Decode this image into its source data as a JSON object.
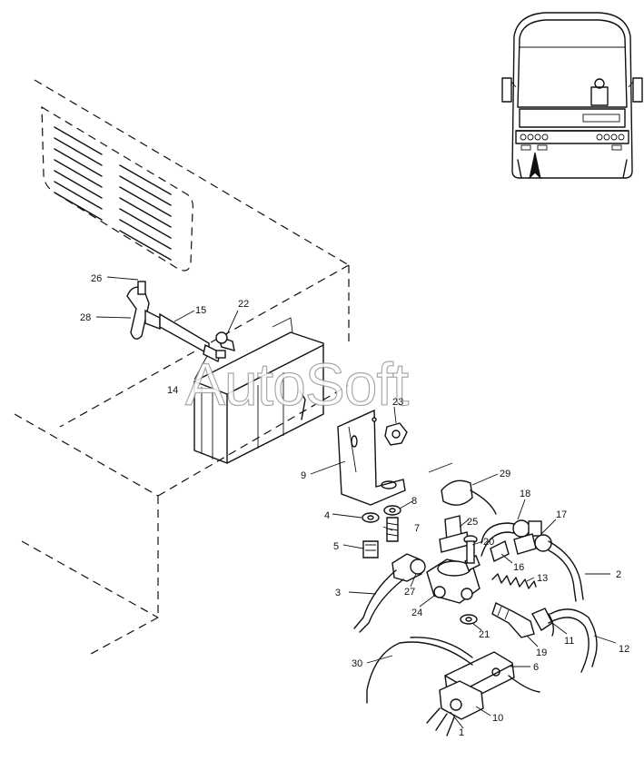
{
  "watermark": "AutoSoft",
  "callouts": [
    {
      "id": "c1",
      "text": "1"
    },
    {
      "id": "c2",
      "text": "2"
    },
    {
      "id": "c3",
      "text": "3"
    },
    {
      "id": "c4",
      "text": "4"
    },
    {
      "id": "c5",
      "text": "5"
    },
    {
      "id": "c6",
      "text": "6"
    },
    {
      "id": "c7",
      "text": "7"
    },
    {
      "id": "c8",
      "text": "8"
    },
    {
      "id": "c9",
      "text": "9"
    },
    {
      "id": "c10",
      "text": "10"
    },
    {
      "id": "c11",
      "text": "11"
    },
    {
      "id": "c12",
      "text": "12"
    },
    {
      "id": "c13",
      "text": "13"
    },
    {
      "id": "c14",
      "text": "14"
    },
    {
      "id": "c15",
      "text": "15"
    },
    {
      "id": "c16",
      "text": "16"
    },
    {
      "id": "c17",
      "text": "17"
    },
    {
      "id": "c18",
      "text": "18"
    },
    {
      "id": "c19",
      "text": "19"
    },
    {
      "id": "c20",
      "text": "20"
    },
    {
      "id": "c21",
      "text": "21"
    },
    {
      "id": "c22",
      "text": "22"
    },
    {
      "id": "c23",
      "text": "23"
    },
    {
      "id": "c24",
      "text": "24"
    },
    {
      "id": "c25",
      "text": "25"
    },
    {
      "id": "c26",
      "text": "26"
    },
    {
      "id": "c27",
      "text": "27"
    },
    {
      "id": "c28",
      "text": "28"
    },
    {
      "id": "c29",
      "text": "29"
    },
    {
      "id": "c30",
      "text": "30"
    }
  ]
}
